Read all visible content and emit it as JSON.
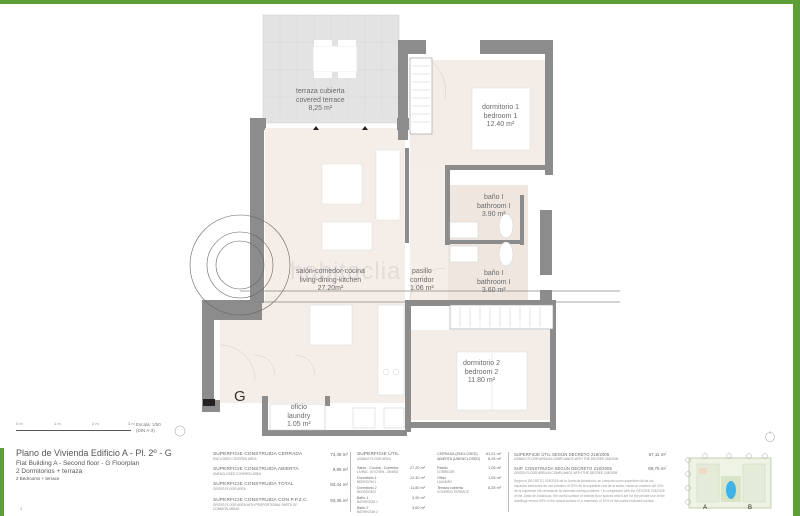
{
  "frame": {
    "accent_color": "#5e9e36"
  },
  "plan": {
    "entrance_letter": "G",
    "watermark": "habitaclia",
    "rooms": [
      {
        "id": "terrace",
        "name_es": "terraza cubierta",
        "name_en": "covered terrace",
        "area": "8,25 m²"
      },
      {
        "id": "bedroom1",
        "name_es": "dormitorio 1",
        "name_en": "bedroom 1",
        "area": "12.40 m²"
      },
      {
        "id": "bathroom1a",
        "name_es": "baño I",
        "name_en": "bathroom I",
        "area": "3.90 m²"
      },
      {
        "id": "bathroom1b",
        "name_es": "baño I",
        "name_en": "bathroom I",
        "area": "3.60 m²"
      },
      {
        "id": "living",
        "name_es": "salón-comedor-cocina",
        "name_en": "living-dining-kitchen",
        "area": "27.20m²"
      },
      {
        "id": "corridor",
        "name_es": "pasillo",
        "name_en": "corridor",
        "area": "1.06 m²"
      },
      {
        "id": "bedroom2",
        "name_es": "dormitorio 2",
        "name_en": "bedroom 2",
        "area": "11.80 m²"
      },
      {
        "id": "laundry",
        "name_es": "oficio",
        "name_en": "laundry",
        "area": "1.05 m²"
      }
    ]
  },
  "scale": {
    "ticks": [
      "0 m",
      "1 m",
      "2 m",
      "3 m"
    ],
    "label": "Escala: 1/50",
    "sub": "(DIN A-3)"
  },
  "title": {
    "line1": "Plano de Vivienda Edificio A - Pl. 2º - G",
    "line2": "Flat Building A - Second floor - G  Floorplan",
    "line3": "2 Dormitorios + terraza",
    "line4": "2 Bedrooms + terrace",
    "page": "1"
  },
  "built_areas": [
    {
      "label": "SUPERFICIE CONSTRUIDA CERRADA",
      "sub": "ENCLOSED COVERED AREA",
      "value": "73,49 m²"
    },
    {
      "label": "SUPERFICIE CONSTRUIDA ABIERTA",
      "sub": "UNENCLOSED COVERED AREA",
      "value": "9,95 m²"
    },
    {
      "label": "SUPERFICIE CONSTRUIDA TOTAL",
      "sub": "GROSS FLOOR AREA",
      "value": "83,44 m²"
    },
    {
      "label": "SUPERFICIE CONSTRUIDA CON P.P.Z.C.",
      "sub": "GROSS FLOOR AREA WITH PROPORTIONAL PARTS OF COMMON AREAS",
      "value": "93,36 m²"
    }
  ],
  "usable": {
    "header": "SUPERFICIE ÚTIL",
    "header_sub": "USABLE FLOOR AREA",
    "items": [
      {
        "label": "Salón - Cocina - Comedor",
        "sub": "Living - Kitchen - Dining",
        "value": "27,20 m²"
      },
      {
        "label": "Dormitorio 1",
        "sub": "Bedroom 1",
        "value": "12,40 m²"
      },
      {
        "label": "Dormitorio 2",
        "sub": "Bedroom 2",
        "value": "11,80 m²"
      },
      {
        "label": "Baño 1",
        "sub": "Bathroom 1",
        "value": "3,90 m²"
      },
      {
        "label": "Baño 2",
        "sub": "Bathroom 2",
        "value": "3,60 m²"
      }
    ]
  },
  "usable2": {
    "header1": "CERRADA (ENCLOSED)",
    "header1_value": "61,01 m²",
    "header2": "ABIERTA (UNENCLOSED)",
    "header2_value": "8,25 m²",
    "items": [
      {
        "label": "Pasillo",
        "sub": "Corridor",
        "value": "1,06 m²"
      },
      {
        "label": "Oficio",
        "sub": "Laundry",
        "value": "1,05 m²"
      },
      {
        "label": "Terraza cubierta",
        "sub": "Covered terrace",
        "value": "8,25 m²"
      }
    ]
  },
  "decree": {
    "useful_label": "SUPERFICIE ÚTIL SEGÚN DECRETO 218/2005",
    "useful_sub": "USABLE FLOOR AREA IN COMPLIANCE WITH THE DECREE 218/2005",
    "useful_value": "67,11 m²",
    "built_label": "SUP. CONSTRUIDA SEGÚN DECRETO 218/2005",
    "built_sub": "GROSS FLOOR AREA IN COMPLIANCE WITH THE DECREE 218/2005",
    "built_value": "89,76 m²",
    "note": "Según el DECRETO 218/2005 de la Junta de Andalucía, se computa como superficie útil de los espacios exteriores de uso privativo el 50% de la superficie real de la suela, hasta un máximo del 10% de la superficie útil cerrada de la vivienda correspondiente. / In compliance with the DECREE 218/2005 of the Junta de Andalucía, the useful surface of exterior floor spaces which are for the private use of the dwellings means 50% of the actual surface to a maximum of 10% of the useful enclosed surface."
  },
  "keymap": {
    "label_a": "A",
    "label_b": "B"
  }
}
